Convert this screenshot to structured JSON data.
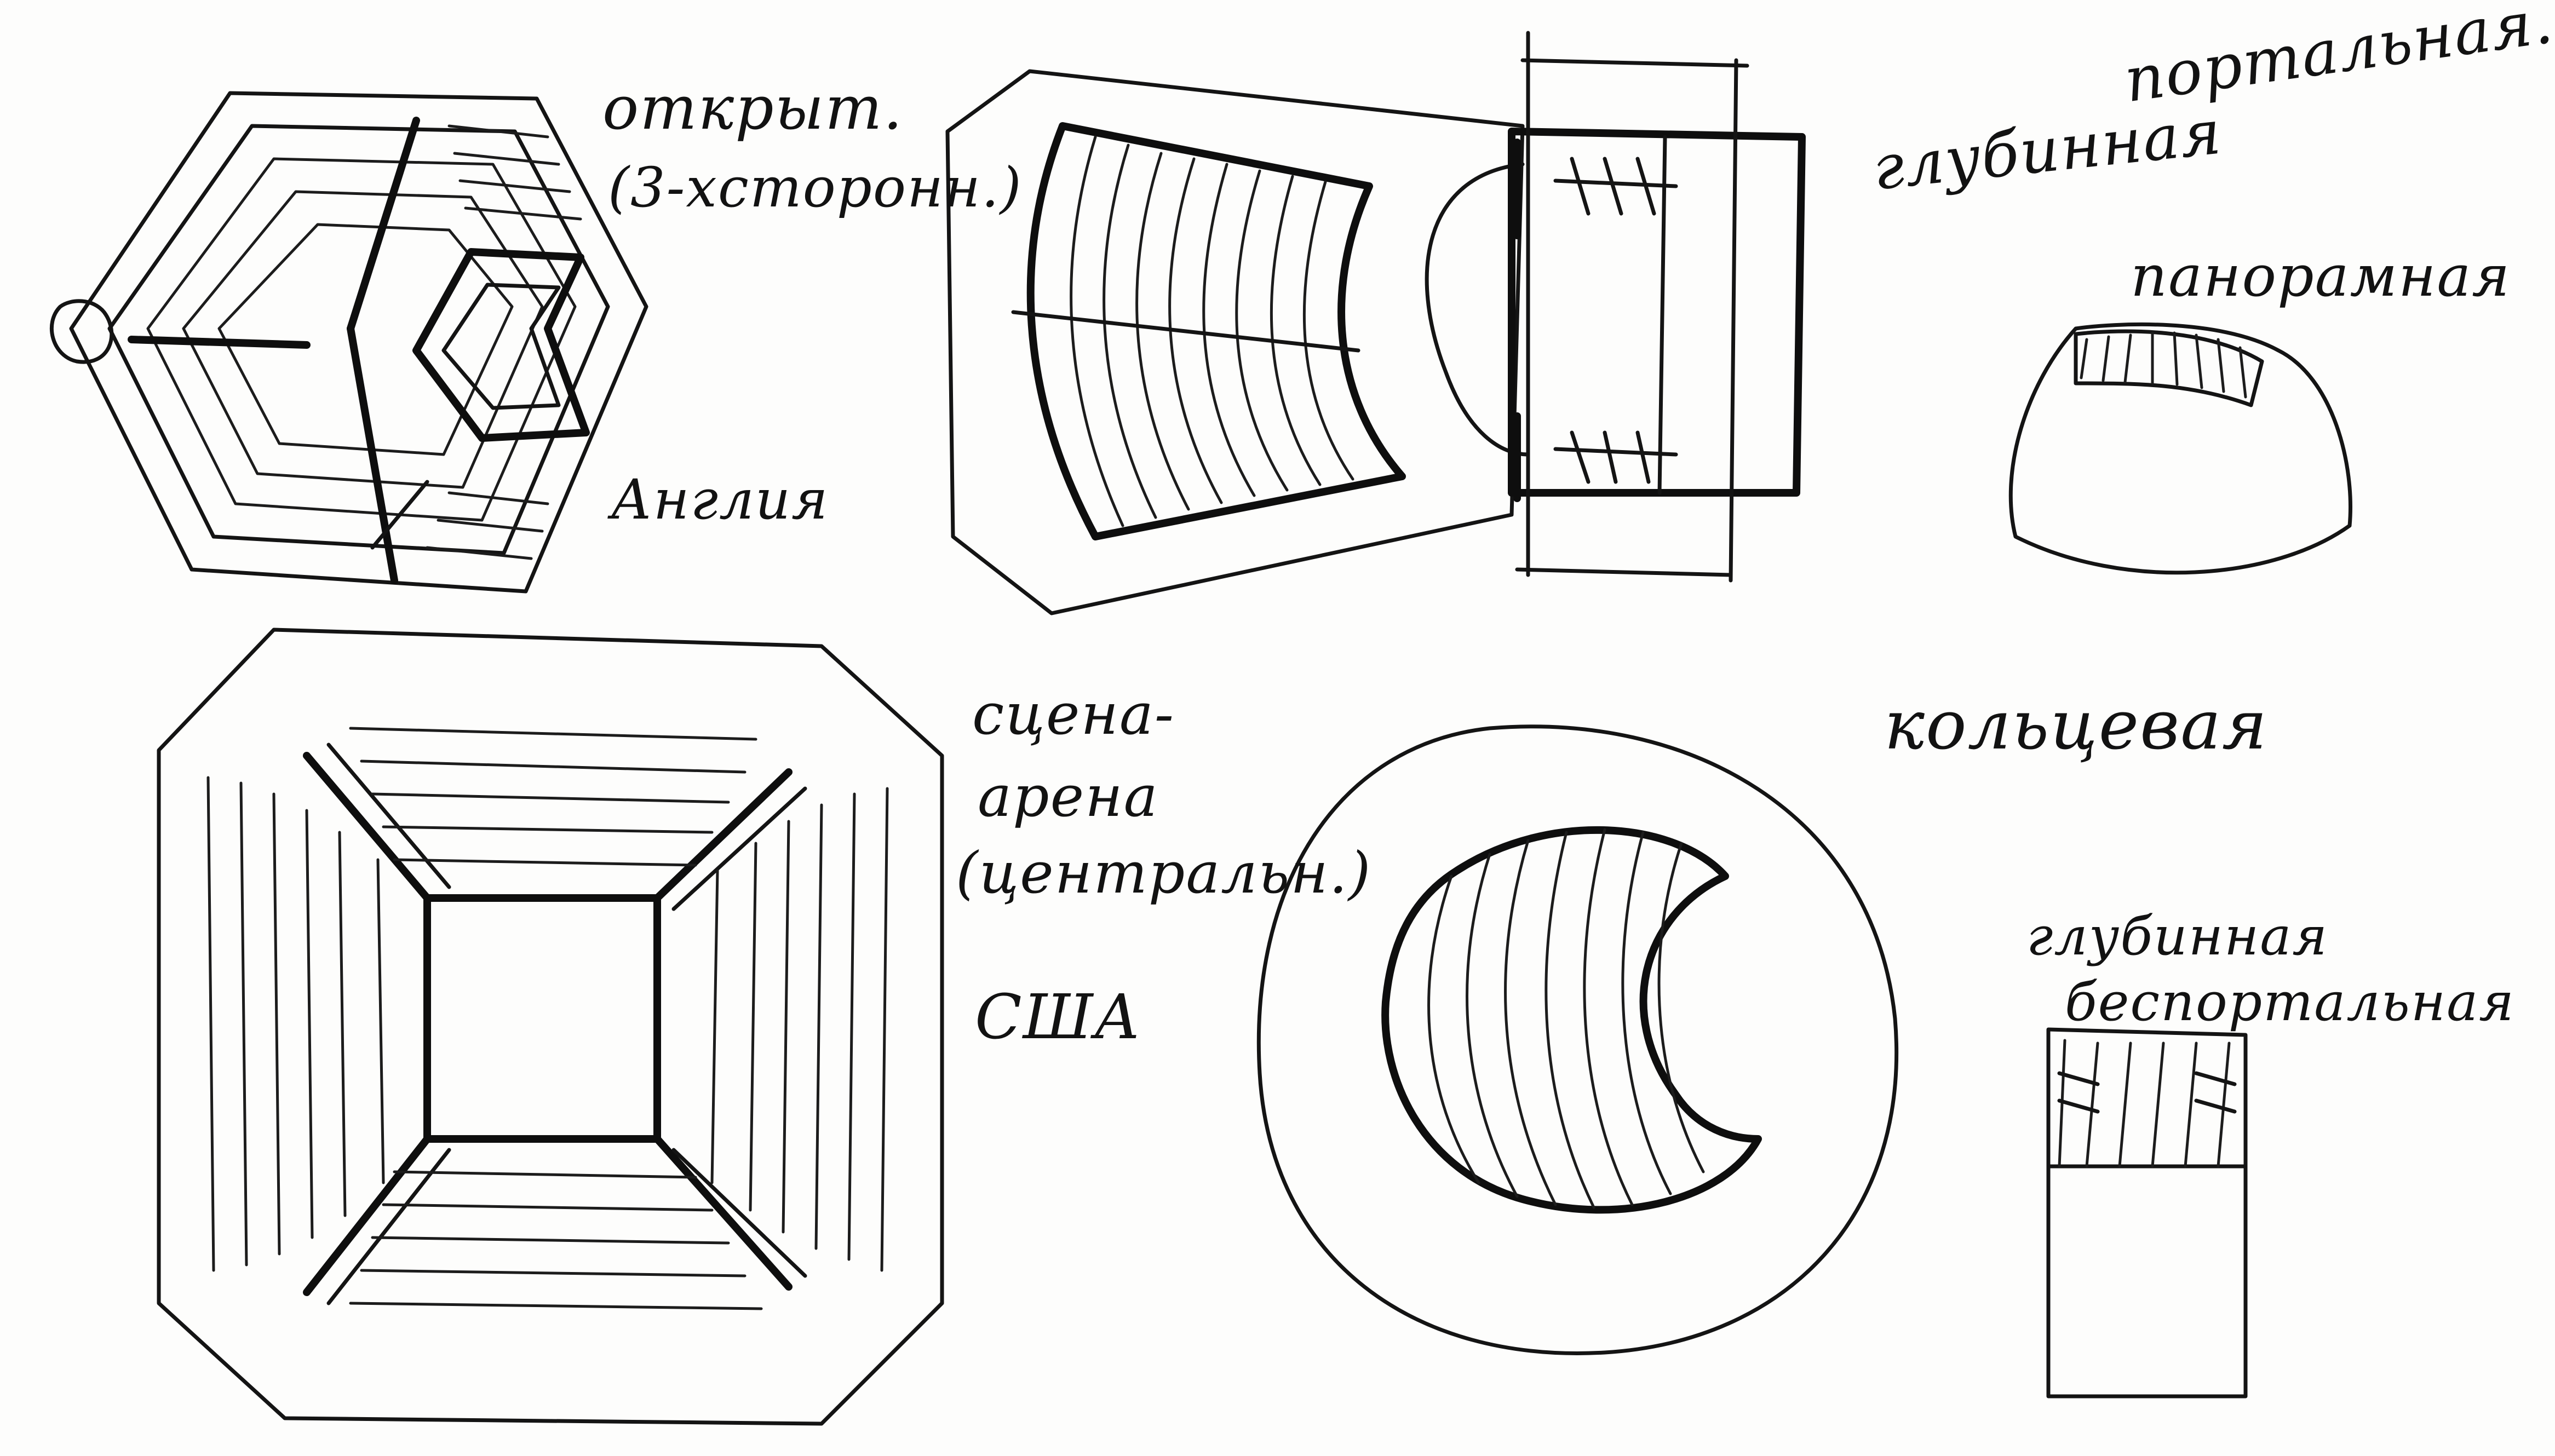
{
  "labels": {
    "open_stage": "открыт.",
    "open_stage_sub": "(3-хсторонн.)",
    "england": "Англия",
    "portal": "портальная.",
    "deep": "глубинная",
    "panoramic": "панорамная",
    "arena_line1": "сцена-",
    "arena_line2": "арена",
    "arena_line3": "(центральн.)",
    "usa": "США",
    "ring": "кольцевая",
    "deep_noportal_line1": "глубинная",
    "deep_noportal_line2": "беспортальная"
  },
  "colors": {
    "ink": "#141414",
    "paper": "#fdfdfc"
  }
}
